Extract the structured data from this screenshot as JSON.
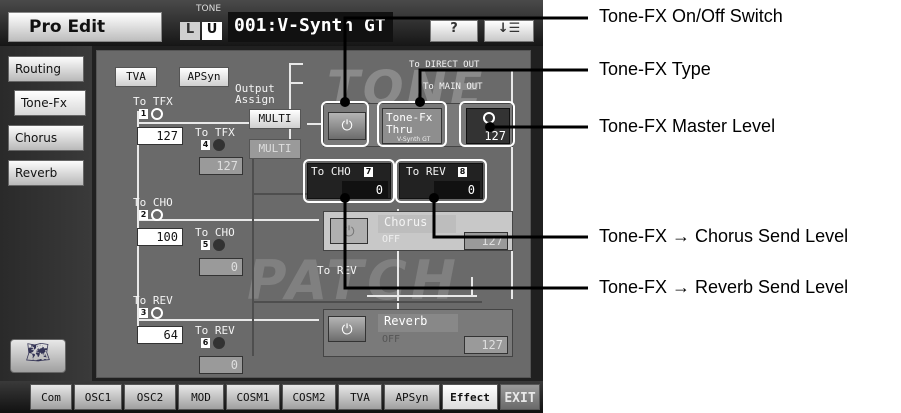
{
  "header": {
    "title": "Pro Edit",
    "tone_label": "TONE",
    "tone_part_left": "L",
    "tone_part_right": "U",
    "tone_name": "001:V-Synth GT",
    "help_icon": "question-icon",
    "list_icon": "list-icon"
  },
  "sidebar": {
    "items": [
      {
        "label": "Routing"
      },
      {
        "label": "Tone-Fx"
      },
      {
        "label": "Chorus"
      },
      {
        "label": "Reverb"
      }
    ],
    "world_icon": "world-map-icon"
  },
  "panel": {
    "tva_button": "TVA",
    "apsyn_button": "APSyn",
    "output_assign_label_1": "Output",
    "output_assign_label_2": "Assign",
    "to_direct_out": "To DIRECT OUT",
    "to_main_out": "To MAIN OUT",
    "multi_1": "MULTI",
    "multi_2": "MULTI",
    "to_tfx_1": {
      "label": "To TFX",
      "badge": "1",
      "value": "127"
    },
    "to_tfx_4": {
      "label": "To TFX",
      "badge": "4",
      "value": "127"
    },
    "to_cho_2": {
      "label": "To CHO",
      "badge": "2",
      "value": "100"
    },
    "to_cho_5": {
      "label": "To CHO",
      "badge": "5",
      "value": "0"
    },
    "to_rev_3": {
      "label": "To REV",
      "badge": "3",
      "value": "64"
    },
    "to_rev_6": {
      "label": "To REV",
      "badge": "6",
      "value": "0"
    },
    "to_rev_mid": "To REV",
    "watermark_tone": "TONE",
    "watermark_patch": "PATCH",
    "tone_fx": {
      "type_line1": "Tone-Fx",
      "type_line2": "Thru",
      "master_level": "127",
      "to_cho_label": "To CHO",
      "to_cho_badge": "7",
      "to_cho_value": "0",
      "to_rev_label": "To REV",
      "to_rev_badge": "8",
      "to_rev_value": "0",
      "power_icon": "power-icon",
      "brand": "V-Synth GT"
    },
    "chorus": {
      "name": "Chorus",
      "state": "OFF",
      "level": "127"
    },
    "reverb": {
      "name": "Reverb",
      "state": "OFF",
      "level": "127"
    }
  },
  "bottom_tabs": [
    {
      "label": "Com"
    },
    {
      "label": "OSC1"
    },
    {
      "label": "OSC2"
    },
    {
      "label": "MOD"
    },
    {
      "label": "COSM1"
    },
    {
      "label": "COSM2"
    },
    {
      "label": "TVA"
    },
    {
      "label": "APSyn"
    },
    {
      "label": "Effect"
    },
    {
      "label": "EXIT"
    }
  ],
  "annotations": [
    {
      "text": "Tone-FX On/Off Switch"
    },
    {
      "text": "Tone-FX Type"
    },
    {
      "text": "Tone-FX Master Level"
    },
    {
      "text": "Tone-FX → Chorus Send Level"
    },
    {
      "text": "Tone-FX → Reverb Send Level"
    }
  ]
}
